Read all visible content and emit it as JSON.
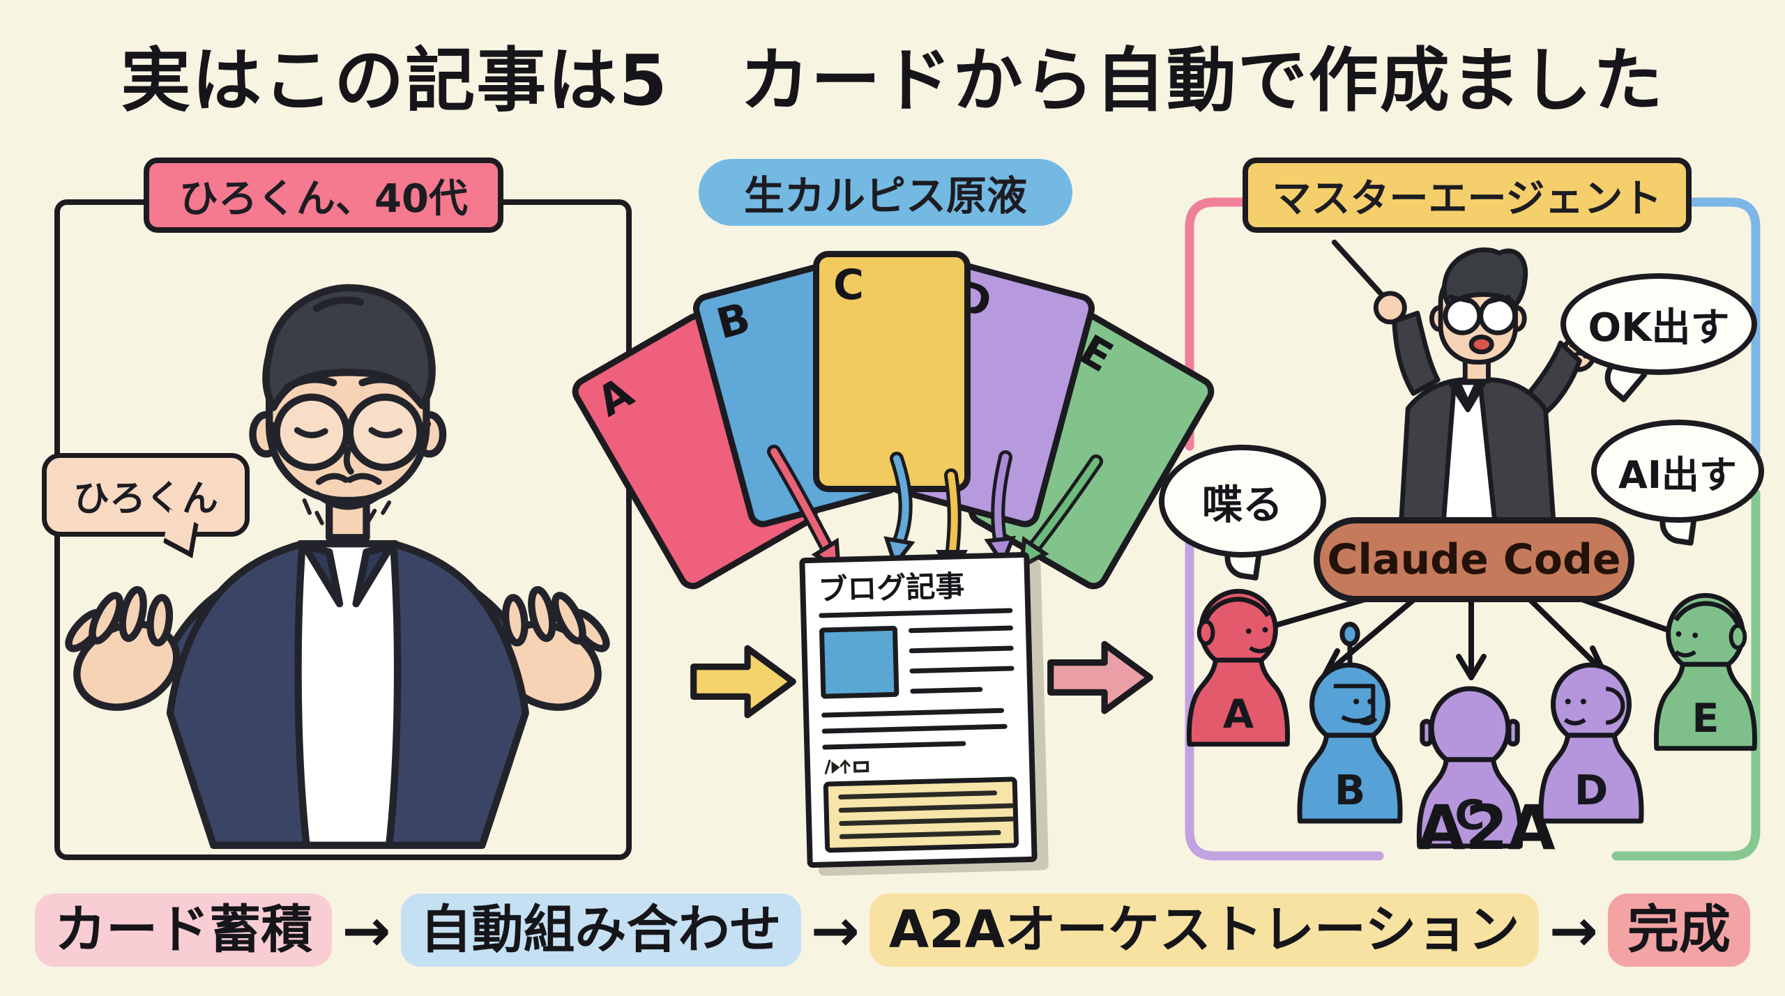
{
  "title": "実はこの記事は5　カードから自動で作成ました",
  "left_panel": {
    "label": "ひろくん、40代",
    "bubble": "ひろくん",
    "label_bg": "#f5798f"
  },
  "middle": {
    "label": "生カルピス原液",
    "label_bg": "#74b9e2",
    "cards": [
      {
        "letter": "A",
        "color": "#ee607c"
      },
      {
        "letter": "B",
        "color": "#5fa8d8"
      },
      {
        "letter": "C",
        "color": "#f2cb5f"
      },
      {
        "letter": "D",
        "color": "#b799de"
      },
      {
        "letter": "E",
        "color": "#82c38c"
      }
    ],
    "doc": {
      "title": "ブログ記事"
    }
  },
  "right_panel": {
    "label": "マスターエージェント",
    "label_bg": "#f5cf6b",
    "bubble_talk": "喋る",
    "bubble_ok": "OK出す",
    "bubble_ai": "AI出す",
    "pill": "Claude Code",
    "agents": [
      {
        "letter": "A",
        "color": "#e45a6d"
      },
      {
        "letter": "B",
        "color": "#56a2d6"
      },
      {
        "letter": "C",
        "color": "#b596dc"
      },
      {
        "letter": "D",
        "color": "#b596dc"
      },
      {
        "letter": "E",
        "color": "#7fc08a"
      }
    ],
    "caption": "A2A"
  },
  "flow": {
    "arrow": "→",
    "steps": [
      {
        "label": "カード蓄積",
        "bg": "#f8cdd4"
      },
      {
        "label": "自動組み合わせ",
        "bg": "#c5e0f2"
      },
      {
        "label": "A2Aオーケストレーション",
        "bg": "#f8e2a2"
      },
      {
        "label": "完成",
        "bg": "#f3a3a4"
      }
    ]
  }
}
